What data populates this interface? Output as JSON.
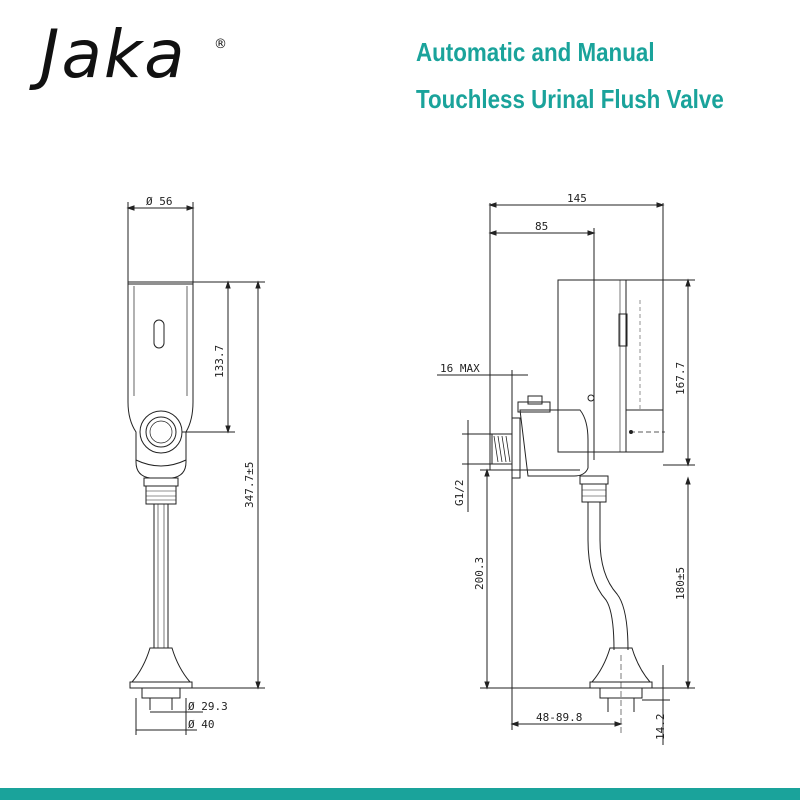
{
  "brand": {
    "name": "Jaka",
    "registered": "®"
  },
  "title": {
    "line1": "Automatic  and Manual",
    "line2": "Touchless Urinal Flush Valve"
  },
  "colors": {
    "accent": "#1aa39b",
    "line": "#222222"
  },
  "front_view": {
    "dims": {
      "top_diameter": "Ø 56",
      "sensor_height": "133.7",
      "overall_height": "347.7±5",
      "base_inner": "Ø 29.3",
      "base_outer": "Ø 40"
    }
  },
  "side_view": {
    "dims": {
      "overall_width": "145",
      "width_to_body": "85",
      "wall_max": "16 MAX",
      "thread": "G1/2",
      "body_height": "167.7",
      "inlet_drop": "200.3",
      "outlet_height": "180±5",
      "outlet_offset": "48-89.8",
      "base_height": "14.2"
    }
  }
}
